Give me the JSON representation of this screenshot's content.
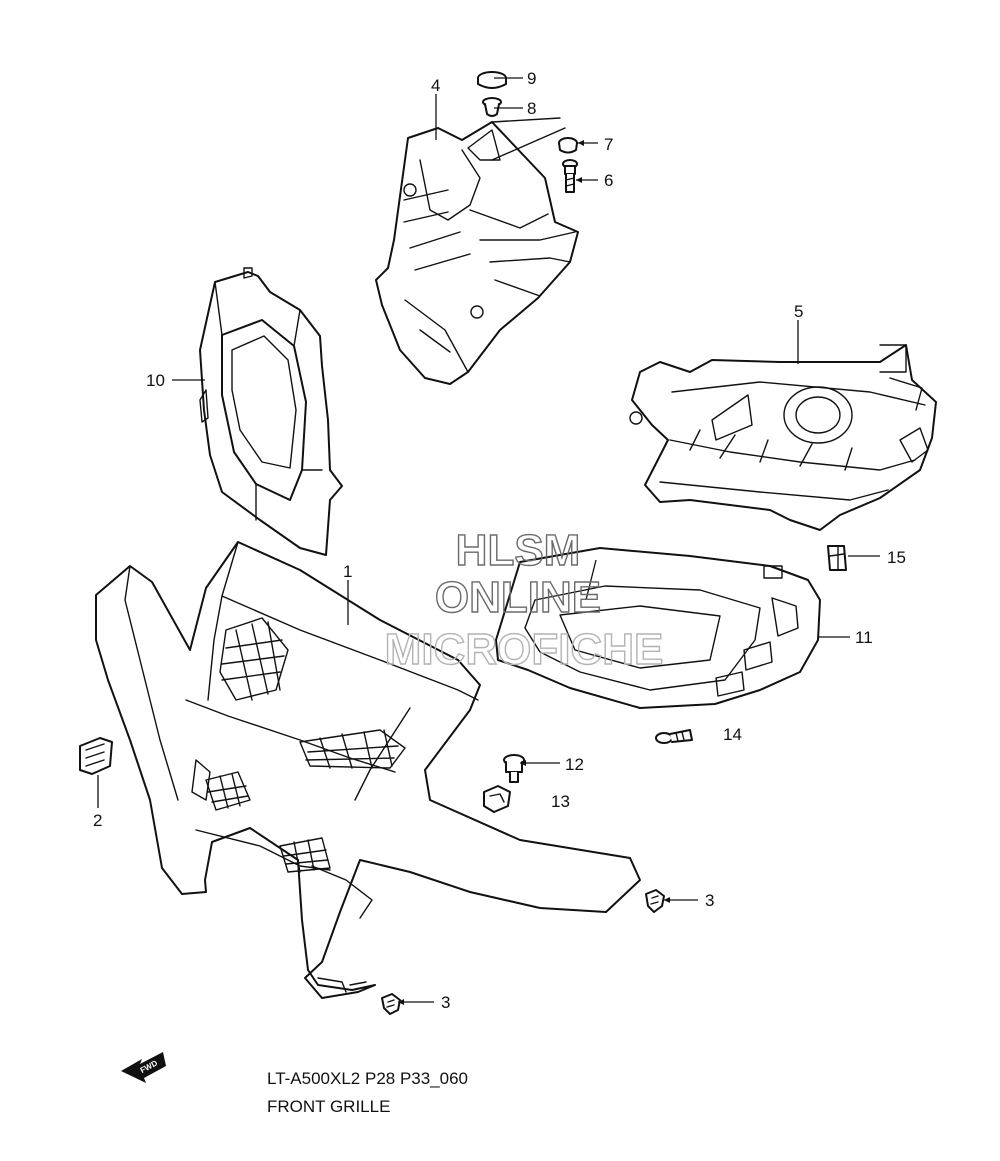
{
  "watermark": {
    "line1": "HLSM",
    "line2": "ONLINE",
    "line3": "MICROFICHE"
  },
  "callouts": {
    "c1": "1",
    "c2": "2",
    "c3a": "3",
    "c3b": "3",
    "c4": "4",
    "c5": "5",
    "c6": "6",
    "c7": "7",
    "c8": "8",
    "c9": "9",
    "c10": "10",
    "c11": "11",
    "c12": "12",
    "c13": "13",
    "c14": "14",
    "c15": "15"
  },
  "fwd_arrow": {
    "label": "FWD"
  },
  "caption": {
    "model_ref": "LT-A500XL2 P28 P33_060",
    "title": "FRONT GRILLE"
  }
}
